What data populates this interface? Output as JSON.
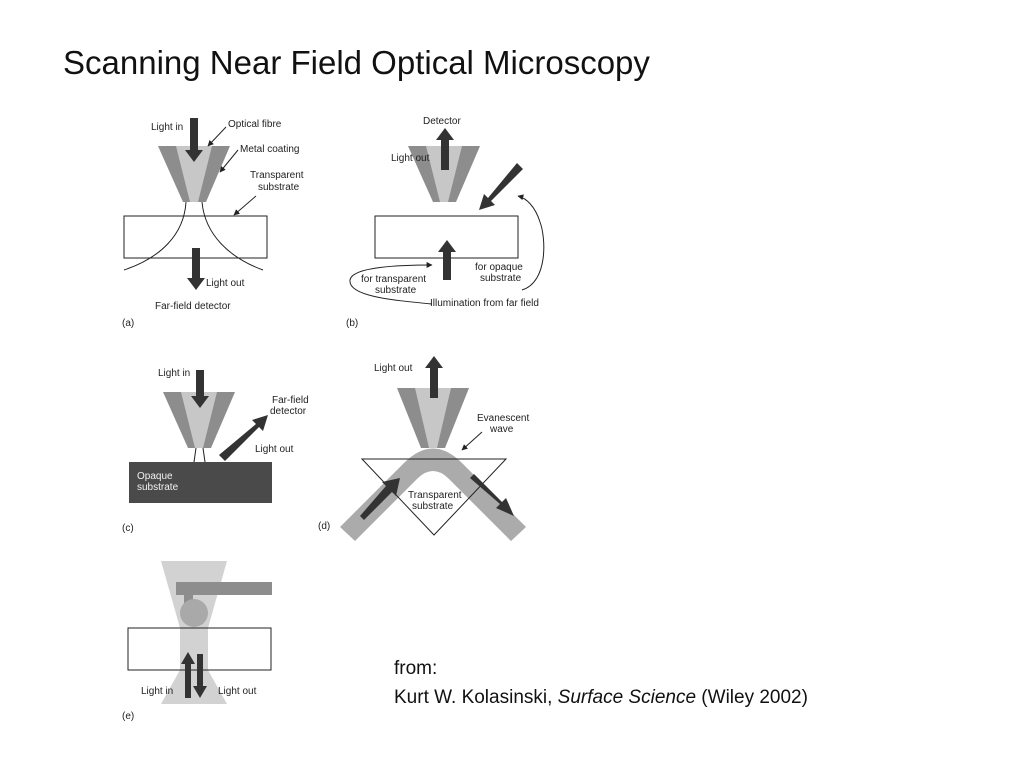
{
  "title": "Scanning Near Field Optical Microscopy",
  "panels": {
    "a": {
      "letter": "(a)",
      "light_in": "Light in",
      "optical_fibre": "Optical fibre",
      "metal_coating": "Metal coating",
      "transparent_substrate": [
        "Transparent",
        "substrate"
      ],
      "light_out": "Light out",
      "far_field_detector": "Far-field detector"
    },
    "b": {
      "letter": "(b)",
      "detector": "Detector",
      "light_out": "Light out",
      "for_transparent_substrate": [
        "for transparent",
        "substrate"
      ],
      "for_opaque_substrate": [
        "for opaque",
        "substrate"
      ],
      "illumination": "Illumination from far field"
    },
    "c": {
      "letter": "(c)",
      "light_in": "Light in",
      "far_field_detector": [
        "Far-field",
        "detector"
      ],
      "light_out": "Light out",
      "opaque_substrate": [
        "Opaque",
        "substrate"
      ]
    },
    "d": {
      "letter": "(d)",
      "light_out": "Light out",
      "evanescent_wave": [
        "Evanescent",
        "wave"
      ],
      "transparent_substrate": [
        "Transparent",
        "substrate"
      ]
    },
    "e": {
      "letter": "(e)",
      "light_in": "Light in",
      "light_out": "Light out"
    }
  },
  "citation": {
    "from": "from:",
    "author": "Kurt W. Kolasinski, ",
    "book": "Surface Science",
    "publisher": " (Wiley 2002)"
  }
}
